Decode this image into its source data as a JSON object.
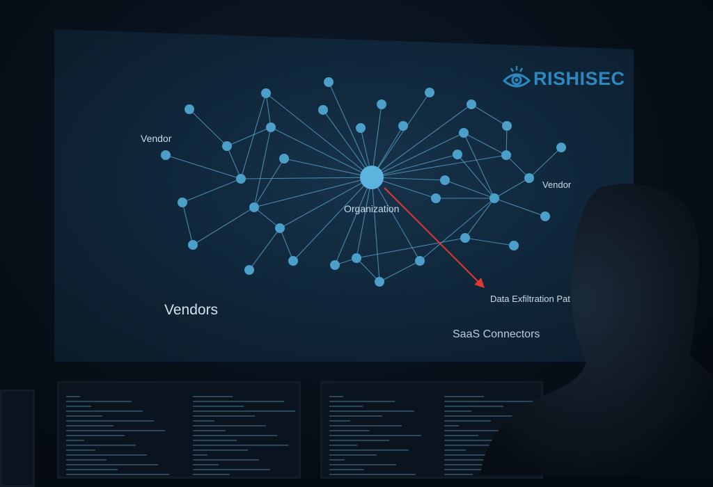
{
  "brand": {
    "name": "RISHISEC",
    "logo_icon": "eye-shield-icon",
    "color": "#2e88c0"
  },
  "labels": {
    "vendor_left": "Vendor",
    "vendor_right": "Vendor",
    "organization": "Organization",
    "vendors_heading": "Vendors",
    "exfiltration": "Data Exfiltration Pat",
    "saas": "SaaS Connectors"
  },
  "colors": {
    "node": "#4b9fc9",
    "edge": "#5aa9cf",
    "exfiltration_arrow": "#e2392f",
    "screen_background": "#0f2538"
  }
}
